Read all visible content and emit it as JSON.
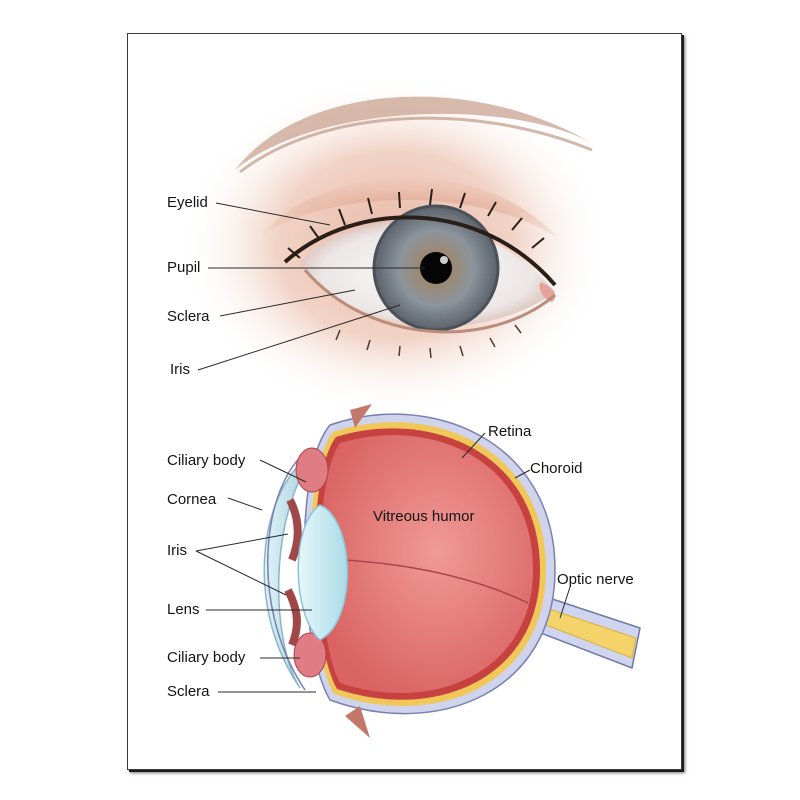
{
  "external_labels": {
    "eyelid": "Eyelid",
    "pupil": "Pupil",
    "sclera": "Sclera",
    "iris": "Iris"
  },
  "cross_section_labels": {
    "ciliary_body_top": "Ciliary body",
    "cornea": "Cornea",
    "iris": "Iris",
    "lens": "Lens",
    "ciliary_body_bottom": "Ciliary body",
    "sclera": "Sclera",
    "retina": "Retina",
    "choroid": "Choroid",
    "vitreous_humor": "Vitreous humor",
    "optic_nerve": "Optic nerve"
  }
}
